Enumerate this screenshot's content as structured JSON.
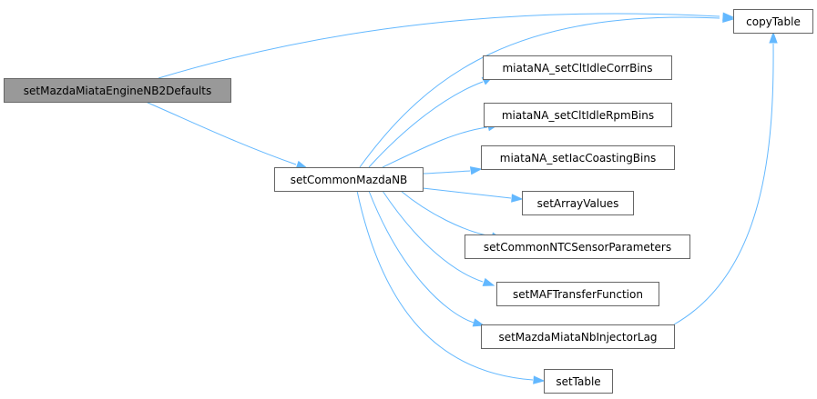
{
  "colors": {
    "edge": "#63b8ff",
    "node_border": "#666666",
    "node_fill": "#ffffff",
    "root_fill": "#999999",
    "text": "#000000"
  },
  "nodes": [
    {
      "id": "root",
      "label": "setMazdaMiataEngineNB2Defaults",
      "root": true
    },
    {
      "id": "common",
      "label": "setCommonMazdaNB"
    },
    {
      "id": "copyTable",
      "label": "copyTable"
    },
    {
      "id": "cltIdleCorr",
      "label": "miataNA_setCltIdleCorrBins"
    },
    {
      "id": "cltIdleRpm",
      "label": "miataNA_setCltIdleRpmBins"
    },
    {
      "id": "iacCoasting",
      "label": "miataNA_setIacCoastingBins"
    },
    {
      "id": "arrayValues",
      "label": "setArrayValues"
    },
    {
      "id": "ntc",
      "label": "setCommonNTCSensorParameters"
    },
    {
      "id": "maf",
      "label": "setMAFTransferFunction"
    },
    {
      "id": "injLag",
      "label": "setMazdaMiataNbInjectorLag"
    },
    {
      "id": "setTable",
      "label": "setTable"
    }
  ],
  "edges": [
    {
      "from": "root",
      "to": "copyTable"
    },
    {
      "from": "root",
      "to": "common"
    },
    {
      "from": "common",
      "to": "copyTable"
    },
    {
      "from": "common",
      "to": "cltIdleCorr"
    },
    {
      "from": "common",
      "to": "cltIdleRpm"
    },
    {
      "from": "common",
      "to": "iacCoasting"
    },
    {
      "from": "common",
      "to": "arrayValues"
    },
    {
      "from": "common",
      "to": "ntc"
    },
    {
      "from": "common",
      "to": "maf"
    },
    {
      "from": "common",
      "to": "injLag"
    },
    {
      "from": "common",
      "to": "setTable"
    },
    {
      "from": "injLag",
      "to": "copyTable"
    }
  ]
}
